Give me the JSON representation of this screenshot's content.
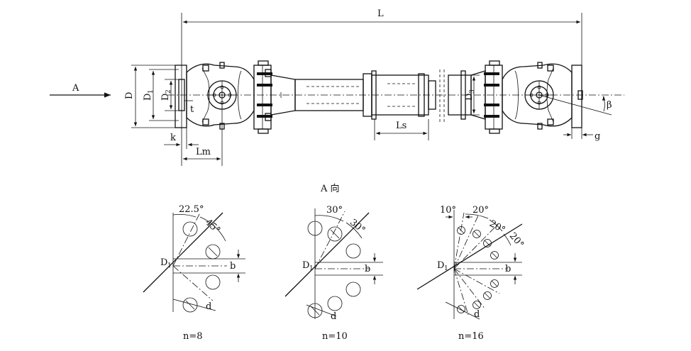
{
  "main_view": {
    "labels": {
      "L": "L",
      "A_arrow": "A",
      "D": "D",
      "D1_main": "D",
      "D1_sub": "1",
      "D2_main": "D",
      "D2_sub": "2",
      "D3_main": "D",
      "D3_sub": "3",
      "t": "t",
      "k": "k",
      "Lm": "Lm",
      "Ls": "Ls",
      "beta": "β",
      "g": "g"
    }
  },
  "view_title": "A 向",
  "flange_views": [
    {
      "caption": "n=8",
      "angle_a": "22.5°",
      "angle_b": "45°",
      "d1_main": "D",
      "d1_sub": "1",
      "b": "b",
      "d": "d"
    },
    {
      "caption": "n=10",
      "angle_a": "30°",
      "angle_b": "30°",
      "d1_main": "D",
      "d1_sub": "1",
      "b": "b",
      "d": "d"
    },
    {
      "caption": "n=16",
      "angle_a": "10°",
      "angle_b": "20°",
      "angle_c": "20°",
      "angle_d": "20°",
      "d1_main": "D",
      "d1_sub": "1",
      "b": "b",
      "d": "d"
    }
  ]
}
